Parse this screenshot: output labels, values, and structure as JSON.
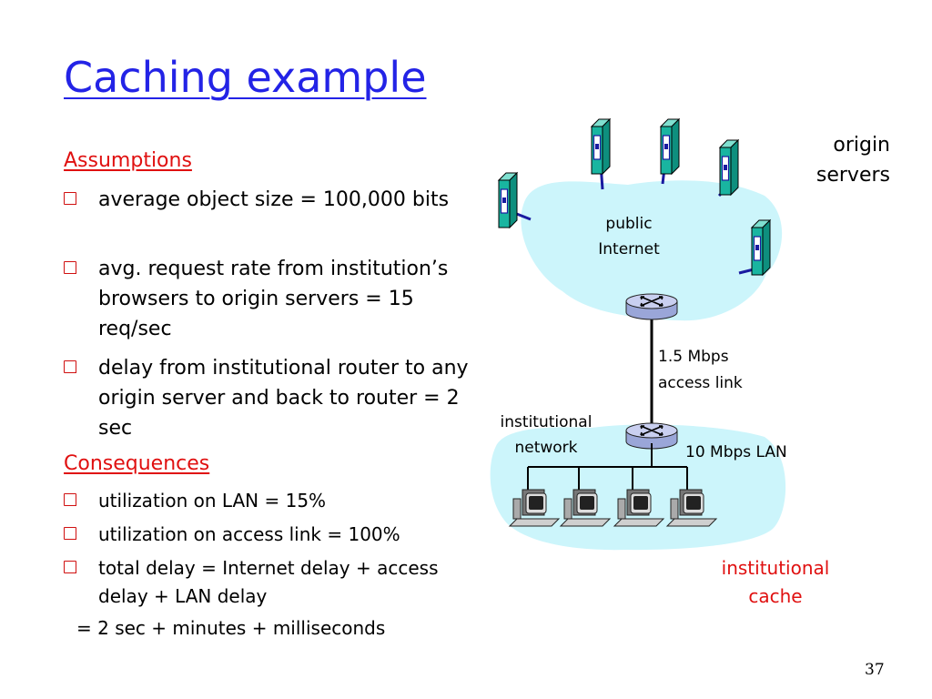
{
  "title": "Caching example",
  "assumptions": {
    "heading": "Assumptions",
    "bullets": [
      "average object size = 100,000 bits",
      "avg. request rate from institution’s browsers to origin servers = 15 req/sec",
      "delay from institutional router to any origin server and back to router  = 2 sec"
    ]
  },
  "consequences": {
    "heading": "Consequences",
    "bullets": [
      "utilization on LAN = 15%",
      "utilization on access link = 100%",
      "total delay   = Internet delay + access delay + LAN delay"
    ],
    "equation": "=  2 sec + minutes + milliseconds"
  },
  "diagram": {
    "origin_servers_label": "origin servers",
    "internet_label": "public Internet",
    "access_link_label": "1.5 Mbps access link",
    "institutional_network_label": "institutional network",
    "lan_label": "10 Mbps LAN",
    "cache_label": "institutional cache",
    "colors": {
      "cloud": "#ccf5fb",
      "server": "#19b5a0",
      "link": "#1a1aa0",
      "cache_text": "#e01010"
    }
  },
  "page_number": "37"
}
